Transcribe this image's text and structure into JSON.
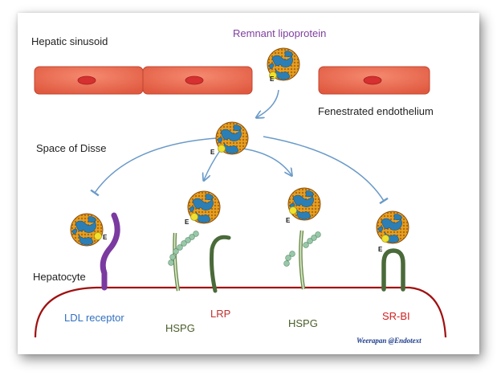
{
  "labels": {
    "hepatic_sinusoid": "Hepatic sinusoid",
    "remnant_lipoprotein": "Remnant lipoprotein",
    "fenestrated_endothelium": "Fenestrated endothelium",
    "space_of_disse": "Space of Disse",
    "hepatocyte": "Hepatocyte",
    "ldl_receptor": "LDL receptor",
    "hspg_1": "HSPG",
    "lrp": "LRP",
    "hspg_2": "HSPG",
    "sr_bi": "SR-BI",
    "apo_e": "E",
    "credit": "Weerapan @Endotext"
  },
  "colors": {
    "remnant_lipoprotein": "#8040a0",
    "ldl_receptor": "#3070c0",
    "hspg": "#4a5e2a",
    "lrp": "#c03030",
    "sr_bi": "#d02020",
    "endothelial_cell": "#f06a50",
    "nucleus": "#d63030",
    "membrane": "#a01010",
    "arrow": "#6a9ac8",
    "lipoprotein_core": "#2c7fb5",
    "lipoprotein_shell": "#e8a020",
    "apo_e": "#f0e030",
    "receptor_purple": "#7a3aa0",
    "receptor_green": "#4a6a3a",
    "glycan_beads": "#98c8a8"
  }
}
